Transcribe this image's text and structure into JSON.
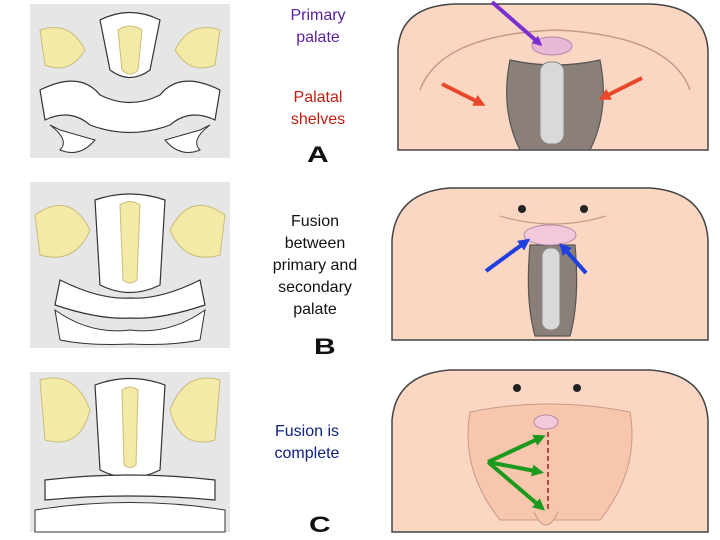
{
  "labels": {
    "primary_palate": "Primary\npalate",
    "palatal_shelves": "Palatal\nshelves",
    "fusion_between": "Fusion\nbetween\nprimary and\nsecondary\npalate",
    "fusion_complete": "Fusion is\ncomplete"
  },
  "stages": {
    "a": "A",
    "b": "B",
    "c": "C"
  },
  "colors": {
    "primary_label": "#5a1fa0",
    "shelves_label": "#c02010",
    "fusion_label": "#111111",
    "complete_label": "#102080",
    "arrow_purple": "#7b2fd0",
    "arrow_red": "#e8482a",
    "arrow_blue": "#1f3fe0",
    "arrow_green": "#1d9a1d",
    "tissue_skin": "#fbd6c3",
    "section_bg": "#e6e6e6",
    "bone_yellow": "#f4eaa8"
  }
}
